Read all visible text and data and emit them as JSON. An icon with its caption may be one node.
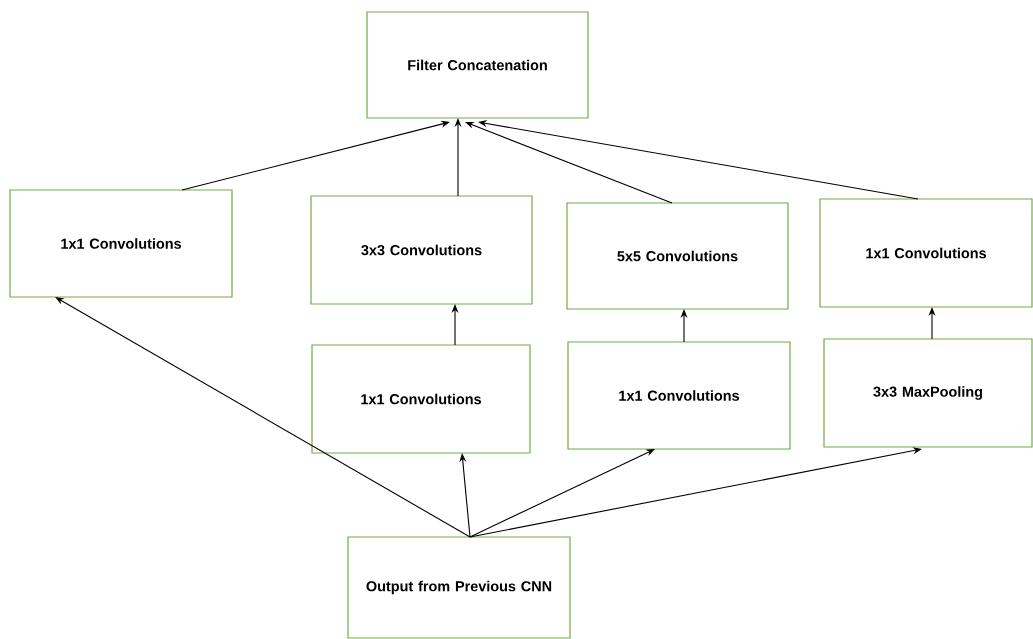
{
  "diagram": {
    "nodes": [
      {
        "text": [
          "Filter Concatenation"
        ]
      },
      {
        "text": [
          "1x1 Convolutions"
        ]
      },
      {
        "text": [
          "3x3 Convolutions"
        ]
      },
      {
        "text": [
          "5x5 Convolutions"
        ]
      },
      {
        "text": [
          "1x1 Convolutions"
        ]
      },
      {
        "text": [
          "1x1 Convolutions"
        ]
      },
      {
        "text": [
          "1x1 Convolutions"
        ]
      },
      {
        "text": [
          "3x3 MaxPooling"
        ]
      },
      {
        "text": [
          "Output from Previous CNN"
        ]
      }
    ],
    "edges": [
      {
        "from": 1,
        "to": 0,
        "arrow": "to"
      },
      {
        "from": 2,
        "to": 0,
        "arrow": "to"
      },
      {
        "from": 3,
        "to": 0,
        "arrow": "to"
      },
      {
        "from": 4,
        "to": 0,
        "arrow": "to"
      },
      {
        "from": 5,
        "to": 2,
        "arrow": "to"
      },
      {
        "from": 6,
        "to": 3,
        "arrow": "to"
      },
      {
        "from": 7,
        "to": 4,
        "arrow": "to"
      },
      {
        "from": 8,
        "to": 1,
        "arrow": "to"
      },
      {
        "from": 8,
        "to": 5,
        "arrow": "to"
      },
      {
        "from": 8,
        "to": 6,
        "arrow": "to"
      },
      {
        "from": 8,
        "to": 7,
        "arrow": "to"
      }
    ]
  }
}
